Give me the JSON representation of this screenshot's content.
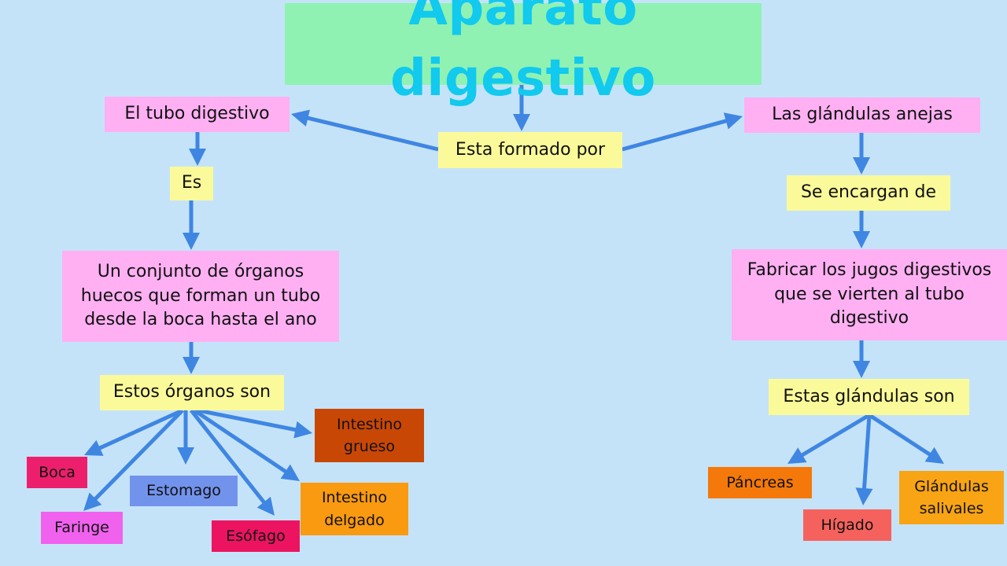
{
  "title": "Aparato digestivo",
  "colors": {
    "arrow": "#3f86e3",
    "background": "#c5e3f8"
  },
  "nodes": {
    "center": "Esta formado por",
    "tube": "El tubo digestivo",
    "es": "Es",
    "tube_desc": "Un conjunto de órganos huecos que forman un tubo desde la boca hasta el ano",
    "organs": "Estos órganos son",
    "glands": "Las glándulas anejas",
    "se_encargan": "Se encargan de",
    "glands_desc": "Fabricar los jugos digestivos que se vierten al tubo digestivo",
    "gland_list": "Estas glándulas son"
  },
  "organ_items": {
    "boca": "Boca",
    "faringe": "Faringe",
    "estomago": "Estomago",
    "esofago": "Esófago",
    "grueso": "Intestino grueso",
    "delgado": "Intestino delgado"
  },
  "gland_items": {
    "pancreas": "Páncreas",
    "higado": "Hígado",
    "salivales": "Glándulas salivales"
  }
}
